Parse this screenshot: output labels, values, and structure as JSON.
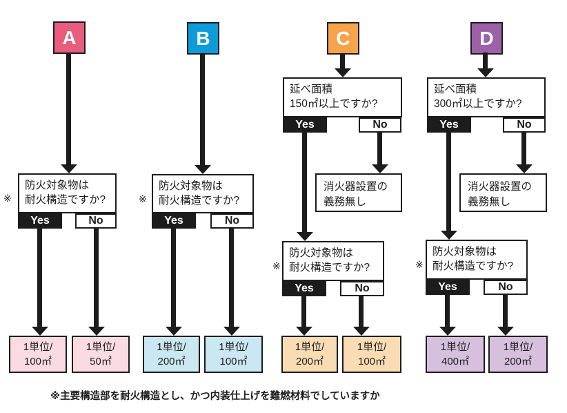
{
  "footnote": "※主要構造部を耐火構造とし、かつ内装仕上げを難燃材料でしていますか",
  "note_mark": "※",
  "colors": {
    "line": "#1c1c1c",
    "header_a": "#e85c7d",
    "header_b": "#0d9cd9",
    "header_c": "#f6a44c",
    "header_d": "#9c61a7",
    "result_a": "#f9dbe1",
    "result_b": "#cbe7f1",
    "result_c": "#fadcb4",
    "result_d": "#d6c0de"
  },
  "columns": [
    {
      "header": {
        "label": "A",
        "color": "#e85c7d"
      },
      "fireproof_question": {
        "line1": "防火対象物は",
        "line2": "耐火構造ですか?",
        "yes": "Yes",
        "no": "No"
      },
      "results": [
        {
          "line1": "1単位/",
          "line2": "100㎡"
        },
        {
          "line1": "1単位/",
          "line2": "50㎡"
        }
      ],
      "result_color": "#f9dbe1"
    },
    {
      "header": {
        "label": "B",
        "color": "#0d9cd9"
      },
      "fireproof_question": {
        "line1": "防火対象物は",
        "line2": "耐火構造ですか?",
        "yes": "Yes",
        "no": "No"
      },
      "results": [
        {
          "line1": "1単位/",
          "line2": "200㎡"
        },
        {
          "line1": "1単位/",
          "line2": "100㎡"
        }
      ],
      "result_color": "#cbe7f1"
    },
    {
      "header": {
        "label": "C",
        "color": "#f6a44c"
      },
      "area_question": {
        "line1": "延べ面積",
        "line2": "150㎡以上ですか?",
        "yes": "Yes",
        "no": "No"
      },
      "no_duty": {
        "line1": "消火器設置の",
        "line2": "義務無し"
      },
      "fireproof_question": {
        "line1": "防火対象物は",
        "line2": "耐火構造ですか?",
        "yes": "Yes",
        "no": "No"
      },
      "results": [
        {
          "line1": "1単位/",
          "line2": "200㎡"
        },
        {
          "line1": "1単位/",
          "line2": "100㎡"
        }
      ],
      "result_color": "#fadcb4"
    },
    {
      "header": {
        "label": "D",
        "color": "#9c61a7"
      },
      "area_question": {
        "line1": "延べ面積",
        "line2": "300㎡以上ですか?",
        "yes": "Yes",
        "no": "No"
      },
      "no_duty": {
        "line1": "消火器設置の",
        "line2": "義務無し"
      },
      "fireproof_question": {
        "line1": "防火対象物は",
        "line2": "耐火構造ですか?",
        "yes": "Yes",
        "no": "No"
      },
      "results": [
        {
          "line1": "1単位/",
          "line2": "400㎡"
        },
        {
          "line1": "1単位/",
          "line2": "200㎡"
        }
      ],
      "result_color": "#d6c0de"
    }
  ]
}
